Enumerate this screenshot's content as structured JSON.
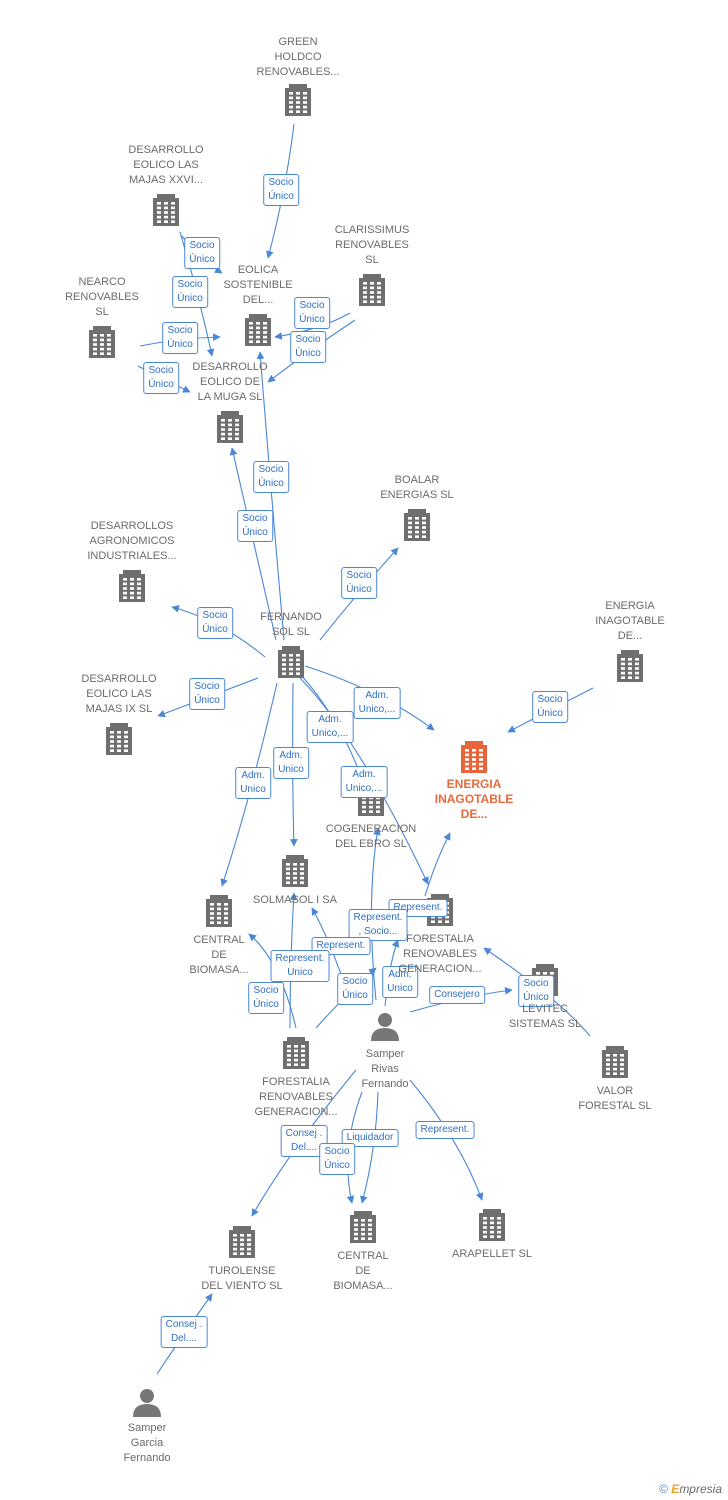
{
  "nodes": [
    {
      "id": "green",
      "label": "GREEN\nHOLDCO\nRENOVABLES...",
      "kind": "company"
    },
    {
      "id": "desxxvi",
      "label": "DESARROLLO\nEOLICO LAS\nMAJAS XXVI...",
      "kind": "company"
    },
    {
      "id": "claris",
      "label": "CLARISSIMUS\nRENOVABLES\nSL",
      "kind": "company"
    },
    {
      "id": "eolica",
      "label": "EOLICA\nSOSTENIBLE\nDEL...",
      "kind": "company"
    },
    {
      "id": "nearco",
      "label": "NEARCO\nRENOVABLES\nSL",
      "kind": "company"
    },
    {
      "id": "muga",
      "label": "DESARROLLO\nEOLICO DE\nLA MUGA SL",
      "kind": "company"
    },
    {
      "id": "boalar",
      "label": "BOALAR\nENERGIAS  SL",
      "kind": "company"
    },
    {
      "id": "agro",
      "label": "DESARROLLOS\nAGRONOMICOS\nINDUSTRIALES...",
      "kind": "company"
    },
    {
      "id": "fernando",
      "label": "FERNANDO\nSOL SL",
      "kind": "company"
    },
    {
      "id": "eninag",
      "label": "ENERGIA\nINAGOTABLE\nDE...",
      "kind": "company"
    },
    {
      "id": "desix",
      "label": "DESARROLLO\nEOLICO LAS\nMAJAS IX  SL",
      "kind": "company"
    },
    {
      "id": "focus",
      "label": "ENERGIA\nINAGOTABLE\nDE...",
      "kind": "focus"
    },
    {
      "id": "cogen",
      "label": "COGENERACION\nDEL EBRO  SL",
      "kind": "company"
    },
    {
      "id": "solmasol",
      "label": "SOLMASOL I SA",
      "kind": "company"
    },
    {
      "id": "central1",
      "label": "CENTRAL\nDE\nBIOMASA...",
      "kind": "company"
    },
    {
      "id": "forestalia1",
      "label": "FORESTALIA\nRENOVABLES\nGENERACION...",
      "kind": "company"
    },
    {
      "id": "levitec",
      "label": "LEVITEC\nSISTEMAS  SL",
      "kind": "company"
    },
    {
      "id": "samperR",
      "label": "Samper\nRivas\nFernando",
      "kind": "person"
    },
    {
      "id": "valor",
      "label": "VALOR\nFORESTAL SL",
      "kind": "company"
    },
    {
      "id": "forestalia2",
      "label": "FORESTALIA\nRENOVABLES\nGENERACION...",
      "kind": "company"
    },
    {
      "id": "turolense",
      "label": "TUROLENSE\nDEL VIENTO SL",
      "kind": "company"
    },
    {
      "id": "central2",
      "label": "CENTRAL\nDE\nBIOMASA...",
      "kind": "company"
    },
    {
      "id": "arapellet",
      "label": "ARAPELLET  SL",
      "kind": "company"
    },
    {
      "id": "samperG",
      "label": "Samper\nGarcia\nFernando",
      "kind": "person"
    }
  ],
  "edges": [
    {
      "from": "green",
      "to": "eolica",
      "label": "Socio\nÚnico"
    },
    {
      "from": "desxxvi",
      "to": "muga",
      "label": "Socio\nÚnico"
    },
    {
      "from": "desxxvi",
      "to": "eolica",
      "label": "Socio\nÚnico"
    },
    {
      "from": "claris",
      "to": "eolica",
      "label": "Socio\nÚnico"
    },
    {
      "from": "claris",
      "to": "muga",
      "label": "Socio\nÚnico"
    },
    {
      "from": "nearco",
      "to": "eolica",
      "label": "Socio\nÚnico"
    },
    {
      "from": "nearco",
      "to": "muga",
      "label": "Socio\nÚnico"
    },
    {
      "from": "fernando",
      "to": "eolica",
      "label": "Socio\nÚnico"
    },
    {
      "from": "fernando",
      "to": "muga",
      "label": "Socio\nÚnico"
    },
    {
      "from": "fernando",
      "to": "boalar",
      "label": "Socio\nÚnico"
    },
    {
      "from": "fernando",
      "to": "agro",
      "label": "Socio\nÚnico"
    },
    {
      "from": "fernando",
      "to": "desix",
      "label": "Socio\nÚnico"
    },
    {
      "from": "eninag",
      "to": "focus",
      "label": "Socio\nÚnico"
    },
    {
      "from": "fernando",
      "to": "focus",
      "label": "Adm.\nUnico,..."
    },
    {
      "from": "fernando",
      "to": "cogen",
      "label": "Adm.\nUnico,..."
    },
    {
      "from": "fernando",
      "to": "forestalia1",
      "label": "Adm.\nUnico,..."
    },
    {
      "from": "fernando",
      "to": "solmasol",
      "label": "Adm.\nUnico"
    },
    {
      "from": "fernando",
      "to": "central1",
      "label": "Adm.\nUnico"
    },
    {
      "from": "forestalia1",
      "to": "focus",
      "label": "Represent."
    },
    {
      "from": "forestalia2",
      "to": "cogen",
      "label": "Represent.\n, Socio..."
    },
    {
      "from": "forestalia2",
      "to": "solmasol",
      "label": "Represent."
    },
    {
      "from": "forestalia2",
      "to": "central1",
      "label": "Represent.\nUnico"
    },
    {
      "from": "forestalia2",
      "to": "central1",
      "label": "Socio\nÚnico"
    },
    {
      "from": "samperR",
      "to": "solmasol",
      "label": "Socio\nÚnico"
    },
    {
      "from": "samperR",
      "to": "forestalia1",
      "label": "Adm.\nUnico"
    },
    {
      "from": "samperR",
      "to": "levitec",
      "label": "Consejero"
    },
    {
      "from": "valor",
      "to": "forestalia1",
      "label": "Socio\nÚnico"
    },
    {
      "from": "samperR",
      "to": "turolense",
      "label": "Consej .\nDel...."
    },
    {
      "from": "samperR",
      "to": "central2",
      "label": "Liquidador"
    },
    {
      "from": "samperR",
      "to": "central2",
      "label": "Socio\nÚnico"
    },
    {
      "from": "samperR",
      "to": "arapellet",
      "label": "Represent."
    },
    {
      "from": "samperG",
      "to": "turolense",
      "label": "Consej .\nDel...."
    }
  ],
  "footer": {
    "copyright": "©",
    "brand_initial": "E",
    "brand_rest": "mpresia"
  },
  "colors": {
    "company": "#6f6f6f",
    "focus": "#e8643a",
    "edge": "#4a87d6",
    "person": "#777777"
  }
}
